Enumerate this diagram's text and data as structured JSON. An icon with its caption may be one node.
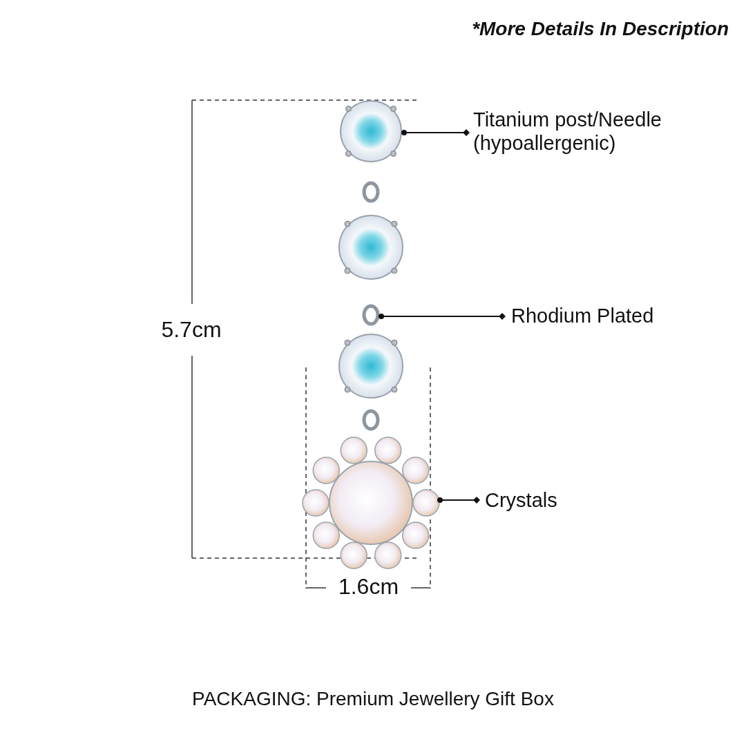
{
  "diagram": {
    "nodes": [
      {
        "text": [
          "Titanium post/Needle (hypoallergenic)"
        ]
      },
      {
        "text": [],
        "shape": "picture"
      },
      {
        "text": [
          "Rhodium Plated"
        ]
      },
      {
        "text": [],
        "shape": "circle"
      },
      {
        "text": [
          "Crystals"
        ]
      },
      {
        "text": [],
        "shape": "picture"
      }
    ],
    "edges": [
      {
        "from": 0,
        "to": 1,
        "arrow": "other"
      },
      {
        "from": 2,
        "to": 3,
        "arrow": "other"
      },
      {
        "from": 4,
        "to": 5,
        "arrow": "other"
      }
    ],
    "labels": [
      "*More Details In Description",
      "5.7cm",
      "1.6cm",
      "PACKAGING: Premium Jewellery Gift Box"
    ]
  }
}
